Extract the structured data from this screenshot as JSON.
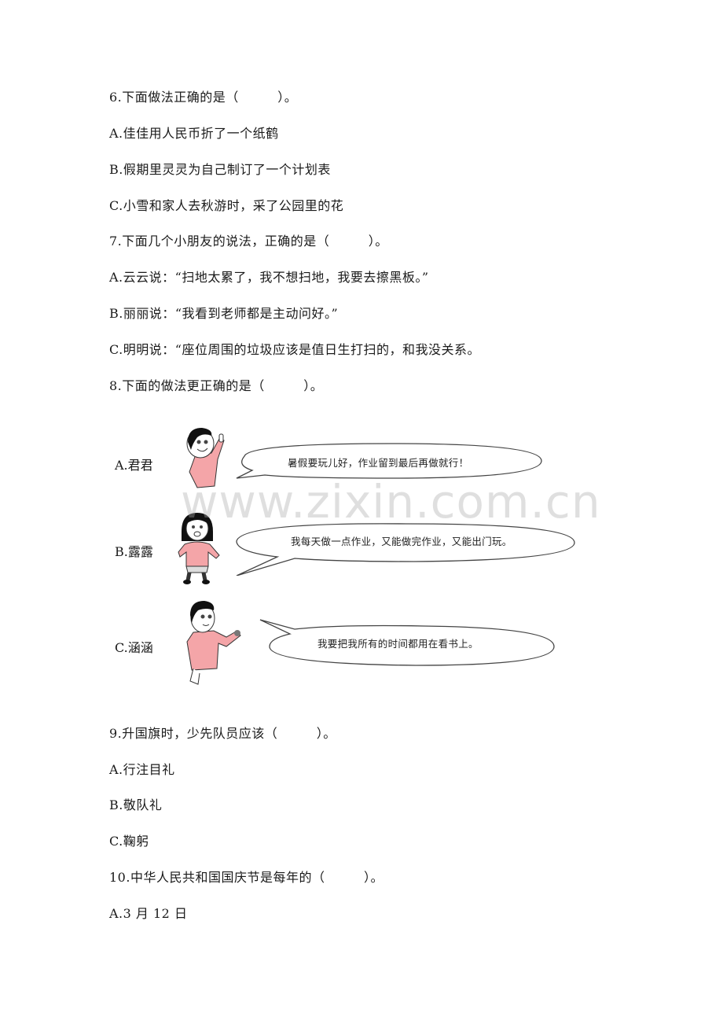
{
  "questions": [
    {
      "number": "6",
      "stem": "6.下面做法正确的是（　　　）。",
      "options": [
        "A.佳佳用人民币折了一个纸鹤",
        "B.假期里灵灵为自己制订了一个计划表",
        "C.小雪和家人去秋游时，采了公园里的花"
      ]
    },
    {
      "number": "7",
      "stem": "7.下面几个小朋友的说法，正确的是（　　　）。",
      "options": [
        "A.云云说：“扫地太累了，我不想扫地，我要去擦黑板。”",
        "B.丽丽说：“我看到老师都是主动问好。”",
        "C.明明说：“座位周围的垃圾应该是值日生打扫的，和我没关系。"
      ]
    },
    {
      "number": "8",
      "stem": "8.下面的做法更正确的是（　　　）。",
      "figure": [
        {
          "label": "A.君君",
          "speech": "暑假要玩儿好，作业留到最后再做就行！",
          "character": "boy-pointing-up"
        },
        {
          "label": "B.露露",
          "speech": "我每天做一点作业，又能做完作业，又能出门玩。",
          "character": "girl-waving"
        },
        {
          "label": "C.涵涵",
          "speech": "我要把我所有的时间都用在看书上。",
          "character": "boy-pointing-right"
        }
      ]
    },
    {
      "number": "9",
      "stem": "9.升国旗时，少先队员应该（　　　）。",
      "options": [
        "A.行注目礼",
        "B.敬队礼",
        "C.鞠躬"
      ]
    },
    {
      "number": "10",
      "stem": "10.中华人民共和国国庆节是每年的（　　　）。",
      "options": [
        "A.3 月 12 日"
      ]
    }
  ],
  "watermark": "www.zixin.com.cn",
  "colors": {
    "shirt": "#f4a5a8",
    "hair": "#111111",
    "text": "#1a1a1a",
    "watermark": "#c8c8c8"
  }
}
